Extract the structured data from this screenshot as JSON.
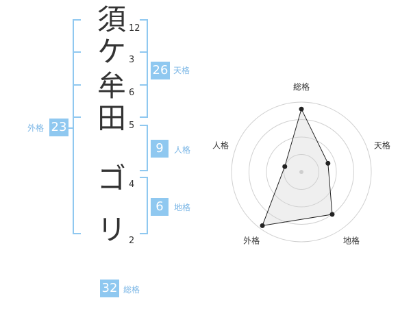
{
  "name": {
    "chars": [
      "須",
      "ケ",
      "牟",
      "田",
      "ゴ",
      "リ"
    ],
    "strokes": [
      "12",
      "3",
      "6",
      "5",
      "4",
      "2"
    ]
  },
  "scores": {
    "tenkaku": {
      "value": "26",
      "label": "天格"
    },
    "jinkaku": {
      "value": "9",
      "label": "人格"
    },
    "chikaku": {
      "value": "6",
      "label": "地格"
    },
    "gaikaku": {
      "value": "23",
      "label": "外格"
    },
    "soukaku": {
      "value": "32",
      "label": "総格"
    }
  },
  "colors": {
    "accent": "#8fc8f0",
    "text": "#333333",
    "accent_label": "#7ab6e6"
  },
  "chart_data": {
    "type": "radar",
    "axes": [
      "総格",
      "天格",
      "地格",
      "外格",
      "人格"
    ],
    "values": [
      0.9,
      0.4,
      0.75,
      0.95,
      0.25
    ],
    "range": [
      0,
      1
    ],
    "rings": 4
  }
}
